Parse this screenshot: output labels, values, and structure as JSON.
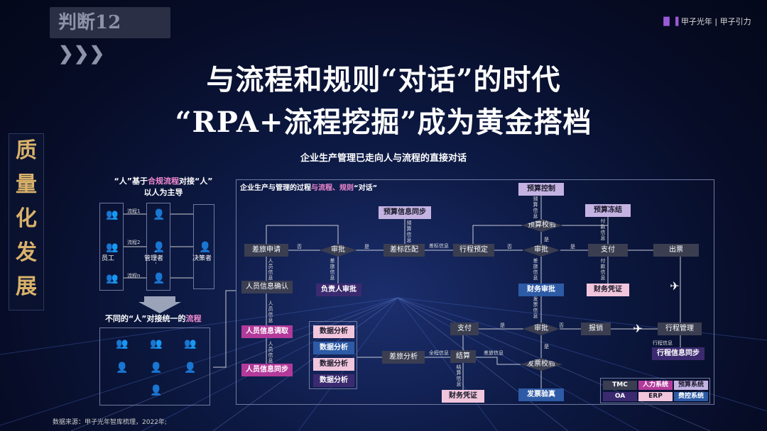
{
  "header": {
    "badge": "判断12 ❯❯❯",
    "logo_text": "甲子光年 | 甲子引力",
    "title_line1": "与流程和规则“对话”的时代",
    "title_line2": "“RPA+流程挖掘”成为黄金搭档",
    "side_title": "质量化发展",
    "subtitle": "企业生产管理已走向人与流程的直接对话"
  },
  "left_panel": {
    "title1": "“人”基于合规流程对接“人”",
    "title2": "以人为主导",
    "employee": "员工",
    "manager": "管理者",
    "decision": "决策者",
    "flows": [
      "流程1",
      "流程2",
      "流程n"
    ],
    "dots": "·\n·\n·",
    "bottom_title": "不同的“人”对接统一的流程"
  },
  "diagram": {
    "title": "企业生产与管理的过程与流程、规则“对话”",
    "nodes": {
      "travel_apply": "差旅申请",
      "approve1": "审批",
      "diff_match": "差标匹配",
      "trip_book": "行程预定",
      "approve2": "审批",
      "pay1": "支付",
      "ticket": "出票",
      "budget_sync": "预算信息同步",
      "budget_ctrl": "预算控制",
      "budget_check": "预算校验",
      "budget_freeze": "预算冻结",
      "leader_approve": "负责人审批",
      "finance_approve": "财务审批",
      "finance_voucher1": "财务凭证",
      "person_confirm": "人员信息确认",
      "person_fetch": "人员信息调取",
      "person_sync": "人员信息同步",
      "data1": "数据分析",
      "data2": "数据分析",
      "data3": "数据分析",
      "data4": "数据分析",
      "travel_analysis": "差旅分析",
      "settle": "结算",
      "pay2": "支付",
      "approve3": "审批",
      "reimburse": "报销",
      "trip_mgmt": "行程管理",
      "trip_sync": "行程信息同步",
      "invoice_check": "发票校验",
      "invoice_verify": "发票验真",
      "finance_voucher2": "财务凭证"
    },
    "labels": {
      "no1": "否",
      "yes1": "是",
      "diff_info": "差标信息",
      "no2": "否",
      "yes2": "是",
      "yes3": "是",
      "no3": "否",
      "yes4": "是",
      "yes5": "是",
      "person_info1": "人员信息",
      "person_info2": "人员信息",
      "person_info3": "人员信息",
      "diff_info_v": "差旅信息",
      "budget_info_v": "预算信息",
      "budget_info_v2": "预算信息",
      "diff_info_v2": "差旅信息",
      "pay_info": "付款信息",
      "pay_info2": "付款信息",
      "invoice_info": "发票信息",
      "all_info": "全程信息",
      "diff_info3": "差旅信息",
      "settle_info": "结算信息",
      "trip_info": "行程信息"
    },
    "legend": [
      {
        "label": "TMC",
        "color": "#3a3e50",
        "text": "#ffffff"
      },
      {
        "label": "人力系统",
        "color": "#b33a9a",
        "text": "#ffffff"
      },
      {
        "label": "预算系统",
        "color": "#c4b3e2",
        "text": "#1a1a2a"
      },
      {
        "label": "OA",
        "color": "#3b2a6f",
        "text": "#ffffff"
      },
      {
        "label": "ERP",
        "color": "#f1c6dc",
        "text": "#1a1a2a"
      },
      {
        "label": "费控系统",
        "color": "#2d5ba6",
        "text": "#ffffff"
      }
    ]
  },
  "footer": {
    "source": "数据来源：甲子光年智库梳理，2022年;"
  },
  "colors": {
    "accent_gold": "#d9b26a",
    "highlight_pink": "#f08ad0",
    "background": "#070d28"
  }
}
